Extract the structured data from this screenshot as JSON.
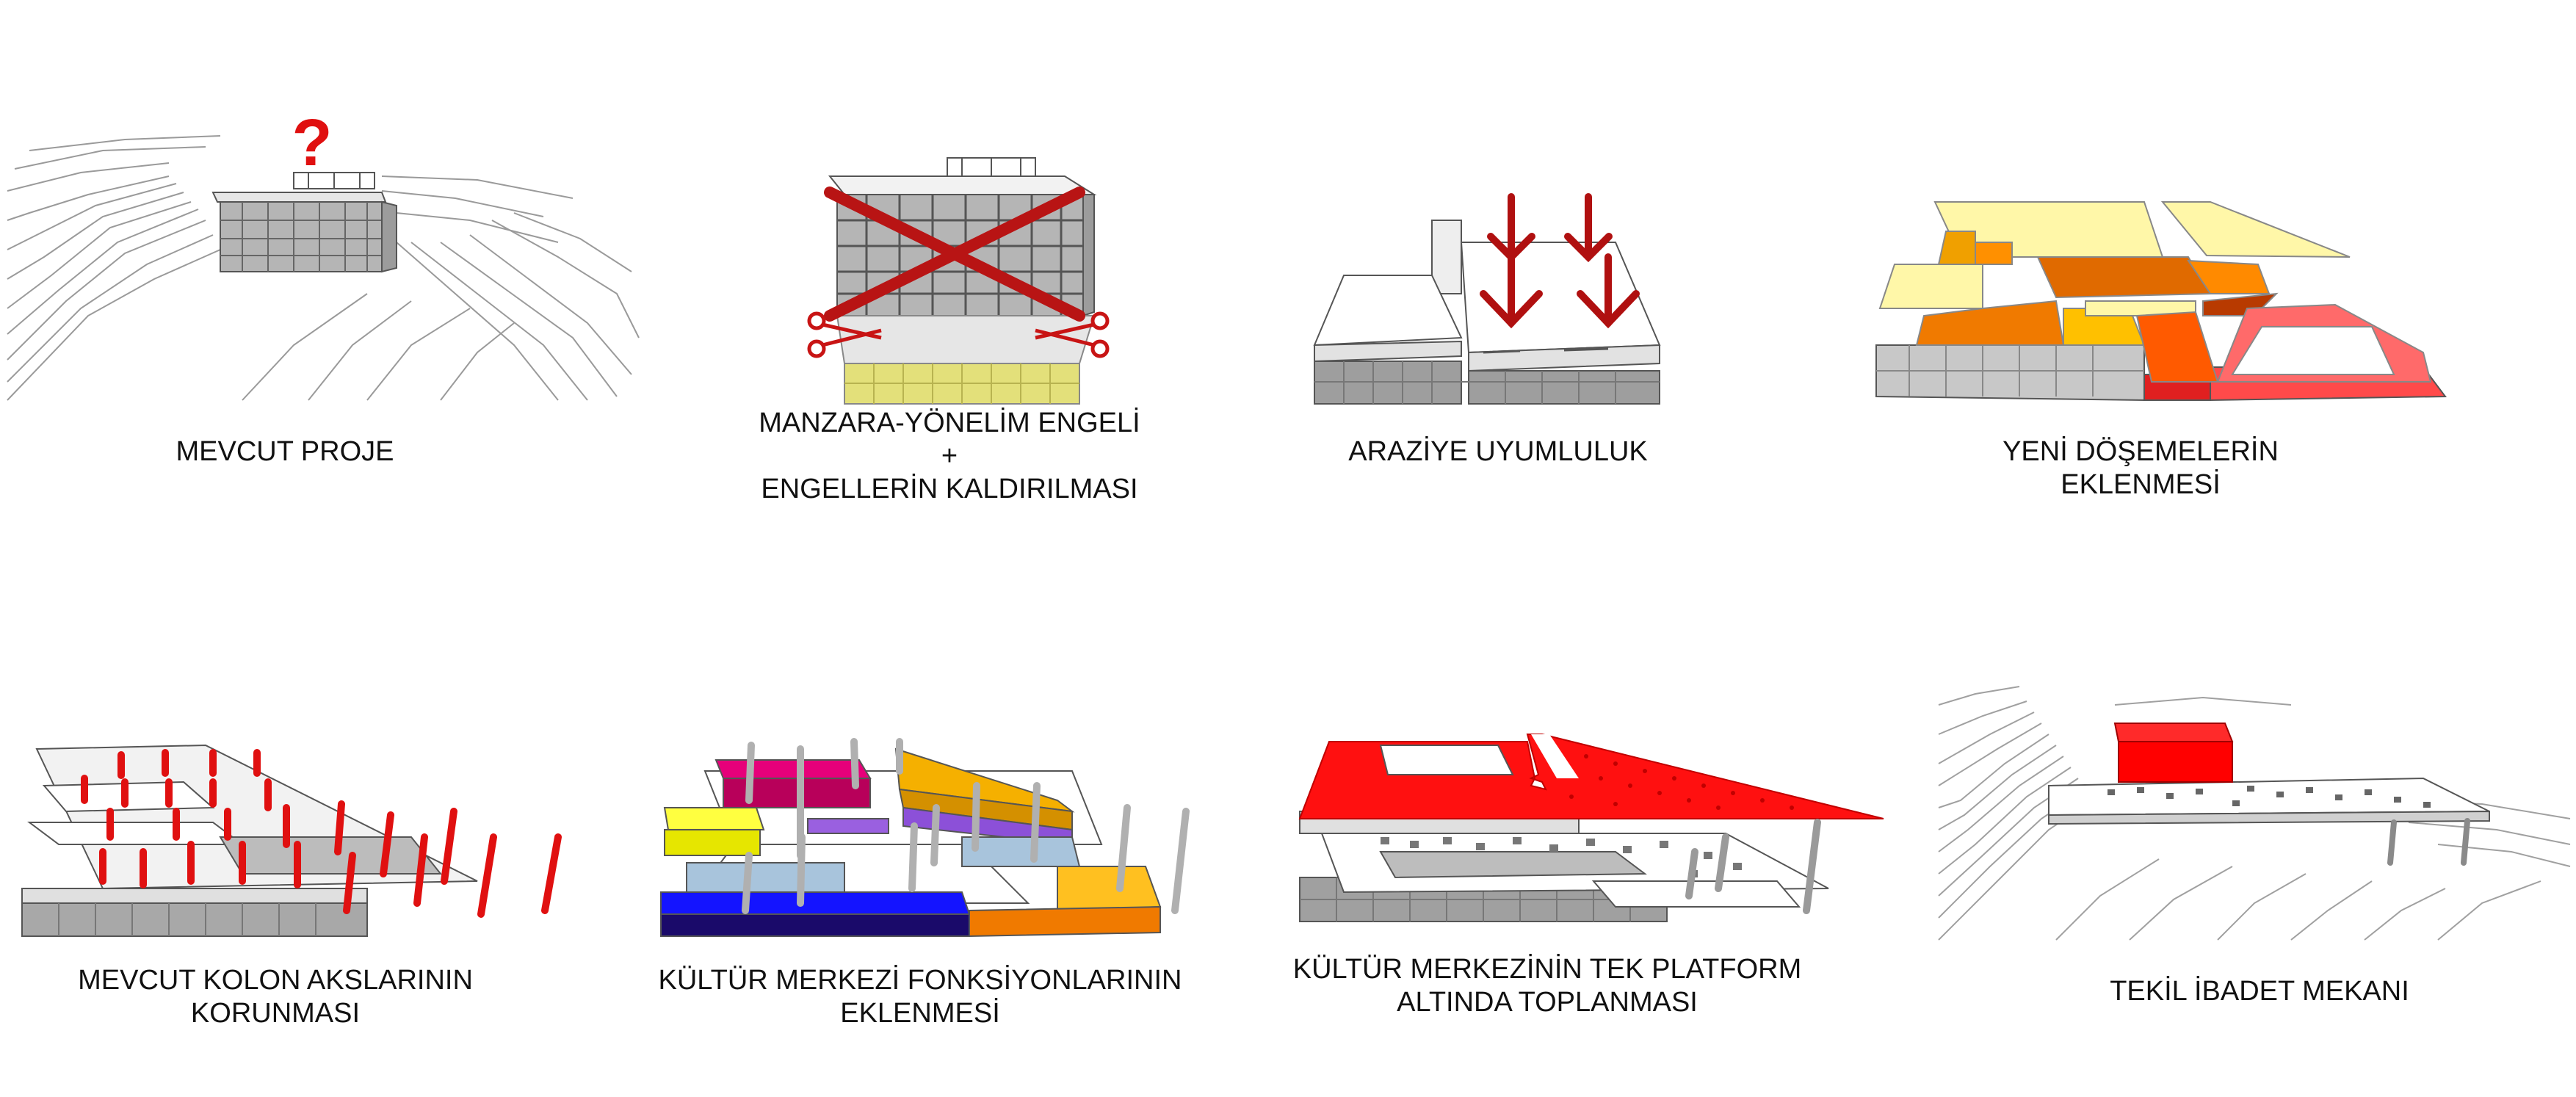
{
  "panels": [
    {
      "id": "p1",
      "lines": [
        "MEVCUT PROJE"
      ]
    },
    {
      "id": "p2",
      "lines": [
        "MANZARA-YÖNELİM ENGELİ",
        "+",
        "ENGELLERİN KALDIRILMASI"
      ]
    },
    {
      "id": "p3",
      "lines": [
        "ARAZİYE UYUMLULUK"
      ]
    },
    {
      "id": "p4",
      "lines": [
        "YENİ DÖŞEMELERİN",
        "EKLENMESİ"
      ]
    },
    {
      "id": "p5",
      "lines": [
        "MEVCUT KOLON AKSLARININ",
        "KORUNMASI"
      ]
    },
    {
      "id": "p6",
      "lines": [
        "KÜLTÜR MERKEZİ FONKSİYONLARININ",
        "EKLENMESİ"
      ]
    },
    {
      "id": "p7",
      "lines": [
        "KÜLTÜR MERKEZİNİN TEK PLATFORM",
        "ALTINDA TOPLANMASI"
      ]
    },
    {
      "id": "p8",
      "lines": [
        "TEKİL İBADET MEKANI"
      ]
    }
  ],
  "symbols": {
    "question_mark": "?"
  },
  "colors": {
    "structure_gray": "#a9a9a9",
    "slab_gray": "#d9d9d9",
    "line": "#555555",
    "removal_red": "#b81414",
    "arrow_red": "#b01010",
    "platform_red": "#ff1010",
    "light_yellow": "#fff7a8",
    "orange": "#f07a00",
    "dark_orange": "#e45a00",
    "salmon": "#ff6a6a",
    "magenta": "#c8005f",
    "yellow": "#ffff00",
    "gold": "#f5a800",
    "blue": "#0000ff",
    "purple": "#7a40c8",
    "light_blue": "#a8c4dc"
  }
}
